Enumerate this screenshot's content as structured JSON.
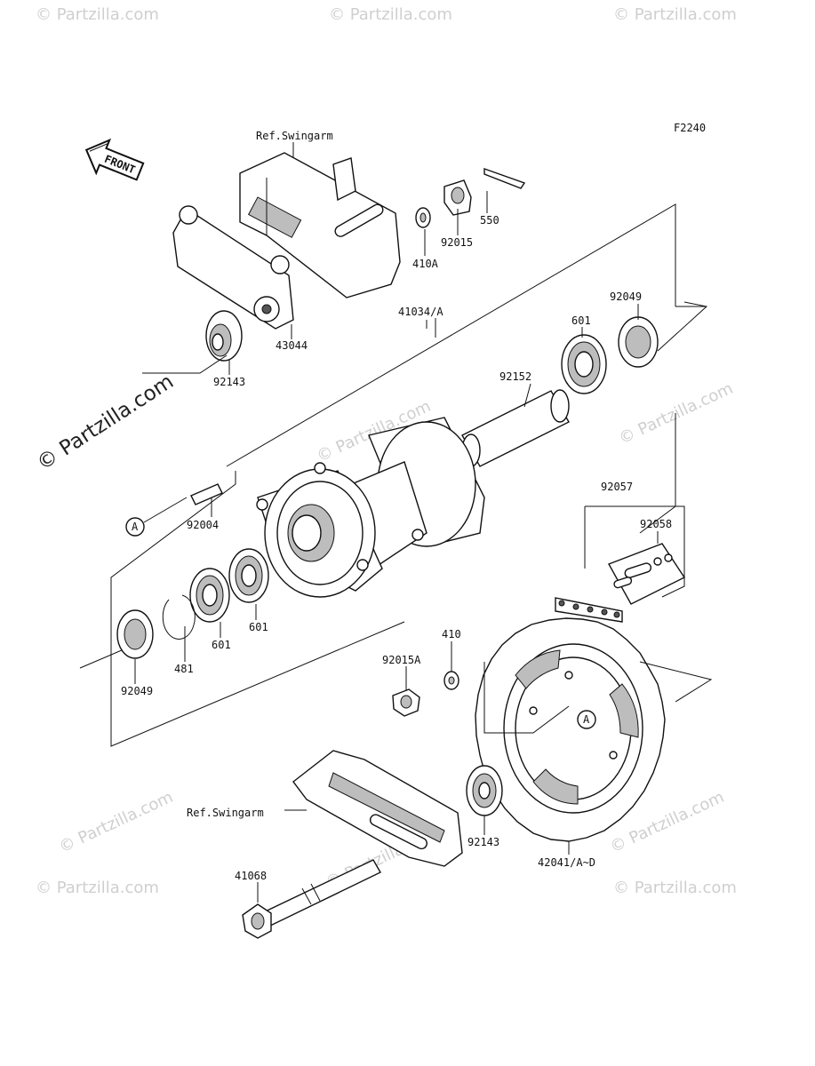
{
  "diagram": {
    "code": "F2240",
    "front_label": "FRONT",
    "ref_swingarm_top": "Ref.Swingarm",
    "ref_swingarm_bottom": "Ref.Swingarm",
    "watermark_main": "© Partzilla.com",
    "watermark_faint": "© Partzilla.com",
    "callout_a": "A",
    "callout_a2": "A",
    "parts": {
      "p550": "550",
      "p92015": "92015",
      "p410A": "410A",
      "p43044": "43044",
      "p92143_top": "92143",
      "p41034A": "41034/A",
      "p92049_top": "92049",
      "p601_top": "601",
      "p92152": "92152",
      "p92057": "92057",
      "p92058": "92058",
      "p92004": "92004",
      "p601_mid": "601",
      "p601_low": "601",
      "p481": "481",
      "p92049_low": "92049",
      "p410": "410",
      "p92015A": "92015A",
      "p92143_low": "92143",
      "p42041": "42041/A~D",
      "p41068": "41068"
    }
  }
}
